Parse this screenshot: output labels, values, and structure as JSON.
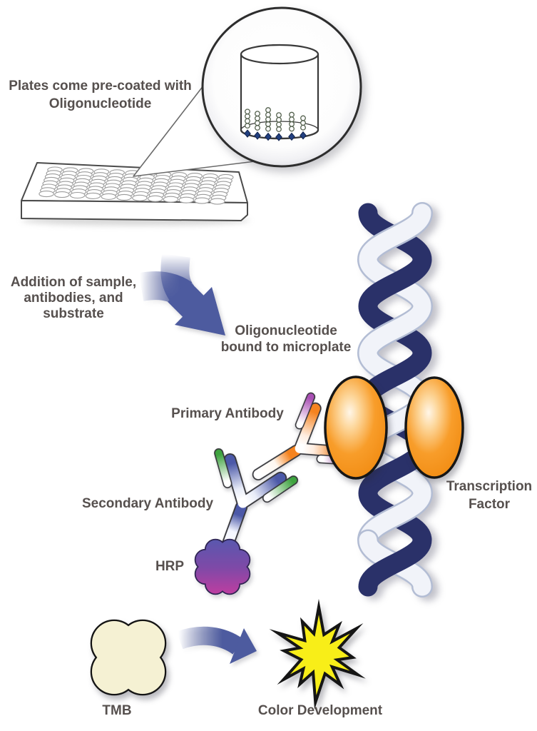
{
  "diagram": {
    "labels": {
      "precoated": "Plates come pre-coated with\nOligonucleotide",
      "addition": "Addition of sample,\nantibodies, and\nsubstrate",
      "oligo_bound": "Oligonucleotide\nbound to microplate",
      "primary_antibody": "Primary Antibody",
      "secondary_antibody": "Secondary Antibody",
      "hrp": "HRP",
      "transcription_factor": "Transcription\nFactor",
      "tmb": "TMB",
      "color_development": "Color Development"
    },
    "colors": {
      "text": "#56504e",
      "arrow_blue": "#4d5b9f",
      "dna_dark": "#2a3169",
      "dna_light": "#f1f3f9",
      "dna_light_edge": "#b3bdd4",
      "transcription_factor_orange": "#f6921e",
      "primary_antibody_orange": "#f5831f",
      "primary_antibody_tip_purple": "#a94fb4",
      "secondary_antibody_blue": "#4c59a8",
      "secondary_antibody_tip_green": "#3ea33f",
      "hrp_purple_top": "#5b57ae",
      "hrp_magenta_bottom": "#c13da0",
      "tmb_cream": "#f5f1d3",
      "color_development_yellow": "#f8ee18",
      "oligo_diamond_blue": "#224080"
    }
  }
}
